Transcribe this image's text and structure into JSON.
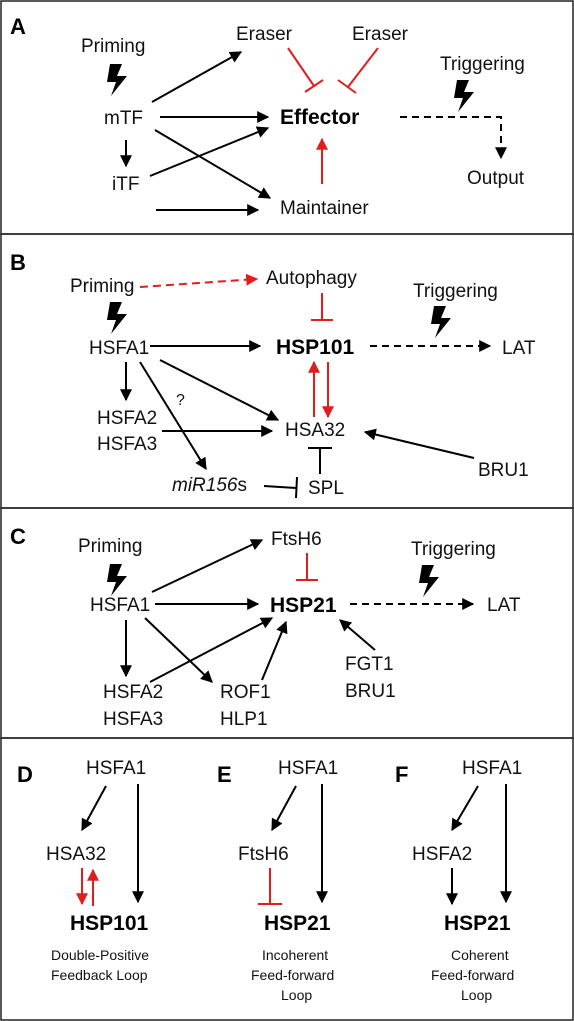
{
  "colors": {
    "activation": "#000000",
    "repression_red": "#e01e1e",
    "panel_border": "#222222"
  },
  "icons": {
    "lightning": "lightning-bolt-icon"
  },
  "panelA": {
    "letter": "A",
    "priming": "Priming",
    "eraser1": "Eraser",
    "eraser2": "Eraser",
    "triggering": "Triggering",
    "mtf": "mTF",
    "itf": "iTF",
    "effector": "Effector",
    "maintainer": "Maintainer",
    "output": "Output"
  },
  "panelB": {
    "letter": "B",
    "priming": "Priming",
    "autophagy": "Autophagy",
    "triggering": "Triggering",
    "hsfa1": "HSFA1",
    "hsp101": "HSP101",
    "lat": "LAT",
    "hsfa2": "HSFA2",
    "hsfa3": "HSFA3",
    "question": "?",
    "hsa32": "HSA32",
    "bru1": "BRU1",
    "mir156_italic": "miR156",
    "mir156_suffix": "s",
    "spl": "SPL"
  },
  "panelC": {
    "letter": "C",
    "priming": "Priming",
    "ftsh6": "FtsH6",
    "triggering": "Triggering",
    "hsfa1": "HSFA1",
    "hsp21": "HSP21",
    "lat": "LAT",
    "hsfa2": "HSFA2",
    "hsfa3": "HSFA3",
    "rof1": "ROF1",
    "hlp1": "HLP1",
    "fgt1": "FGT1",
    "bru1": "BRU1"
  },
  "panelD": {
    "letter": "D",
    "hsfa1": "HSFA1",
    "hsa32": "HSA32",
    "hsp101": "HSP101",
    "caption1": "Double-Positive",
    "caption2": "Feedback Loop"
  },
  "panelE": {
    "letter": "E",
    "hsfa1": "HSFA1",
    "ftsh6": "FtsH6",
    "hsp21": "HSP21",
    "caption1": "Incoherent",
    "caption2": "Feed-forward",
    "caption3": "Loop"
  },
  "panelF": {
    "letter": "F",
    "hsfa1": "HSFA1",
    "hsfa2": "HSFA2",
    "hsp21": "HSP21",
    "caption1": "Coherent",
    "caption2": "Feed-forward",
    "caption3": "Loop"
  }
}
